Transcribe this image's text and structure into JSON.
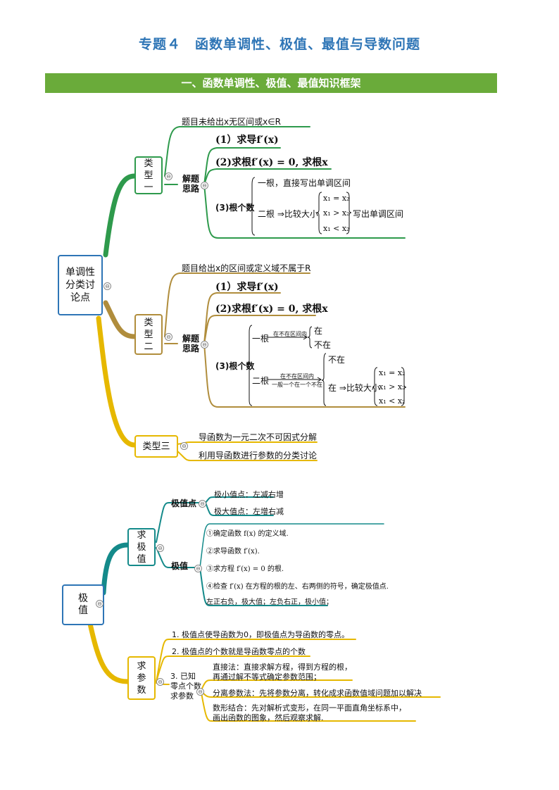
{
  "title": "专题４　函数单调性、极值、最值与导数问题",
  "banner": "一、函数单调性、极值、最值知识框架",
  "collapse_symbol": "⊖",
  "colors": {
    "title": "#2e75b6",
    "banner": "#6aab3a",
    "green": "#2e9a4c",
    "gold": "#b08d3c",
    "yellow": "#e6b800",
    "teal": "#148a8a",
    "blue": "#2e75b6"
  },
  "map1": {
    "root": "单调性分类讨论点",
    "type1": {
      "label": "类型一",
      "cond": "题目未给出x无区间或x∈R",
      "steps_label": "解题思路",
      "step1": "(1）求导f′(x)",
      "step2": "(2)求根f′(x) = 0, 求根x",
      "step3": "(3)根个数",
      "one_root": "一根，直接写出单调区间",
      "two_root": "二根 ⇒比较大小",
      "cmp": [
        "x₁ = x₂",
        "x₁ > x₂",
        "x₁ < x₂"
      ],
      "write": "写出单调区间"
    },
    "type2": {
      "label": "类型二",
      "cond": "题目给出x的区间或定义域不属于R",
      "steps_label": "解题思路",
      "step1": "(1）求导f′(x)",
      "step2": "(2)求根f′(x) = 0, 求根x",
      "step3": "(3)根个数",
      "one_root": "一根",
      "one_arrow": "在不在区间内",
      "in": "在",
      "not_in": "不在",
      "two_root": "二根",
      "two_arrow_top": "在不在区间内",
      "two_arrow_bottom": "一般一个在一个不在",
      "two_not_in": "不在",
      "two_in": "在 ⇒比较大小",
      "cmp": [
        "x₁ = x₂",
        "x₁ > x₂",
        "x₁ < x₂"
      ]
    },
    "type3": {
      "label": "类型三",
      "item1": "导函数为一元二次不可因式分解",
      "item2": "利用导函数进行参数的分类讨论"
    }
  },
  "map2": {
    "root": "极值",
    "find": {
      "label": "求极值",
      "point_label": "极值点",
      "min_point": "极小值点：左减右增",
      "max_point": "极大值点：左增右减",
      "value_label": "极值",
      "s1": "①确定函数 f(x) 的定义域.",
      "s2": "②求导函数 f′(x).",
      "s3": "③求方程 f′(x) = 0 的根.",
      "s4": "④检查 f′(x) 在方程的根的左、右两侧的符号，确定极值点.",
      "s5": "左正右负，极大值；左负右正，极小值；"
    },
    "param": {
      "label": "求参数",
      "i1": "1. 极值点使导函数为0，即极值点为导函数的零点。",
      "i2": "2. 极值点的个数就是导函数零点的个数",
      "i3": "3. 已知零点个数求参数",
      "m1a": "直接法：直接求解方程，得到方程的根，",
      "m1b": "再通过解不等式确定参数范围；",
      "m2": "分离参数法：先将参数分离，转化成求函数值域问题加以解决",
      "m3a": "数形结合：先对解析式变形，在同一平面直角坐标系中，",
      "m3b": "画出函数的图象，然后观察求解."
    }
  }
}
